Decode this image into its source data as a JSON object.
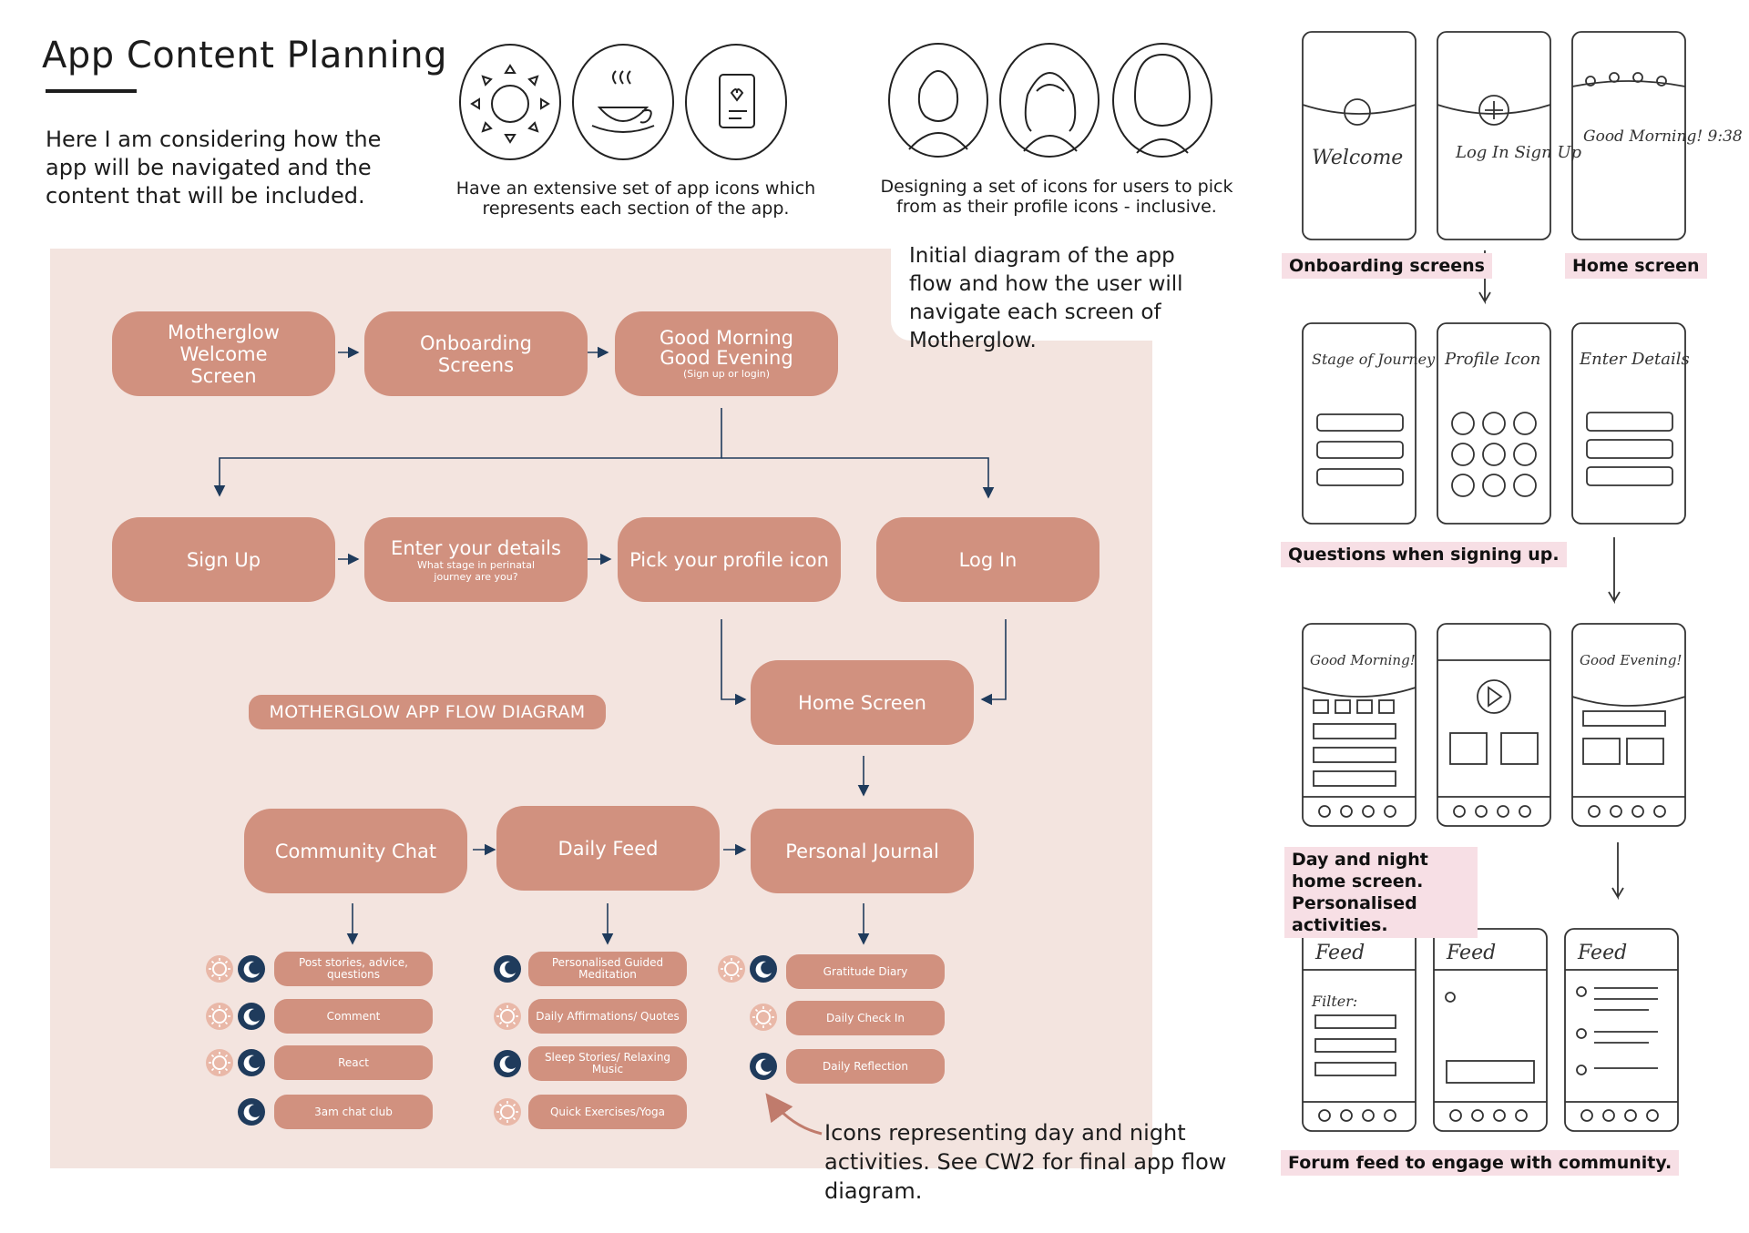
{
  "header": {
    "title": "App Content Planning",
    "intro": "Here I am considering how the app will be navigated and the content that will be included."
  },
  "icon_captions": {
    "app_icons": "Have an extensive set of app icons which represents each section of the app.",
    "profile_icons": "Designing a set of icons for users to pick from as their profile icons - inclusive."
  },
  "diagram": {
    "note": "Initial diagram of the app flow and how the user will navigate each screen of Motherglow.",
    "label": "MOTHERGLOW APP FLOW DIAGRAM",
    "nodes": {
      "welcome": "Motherglow Welcome Screen",
      "onboarding": "Onboarding Screens",
      "greeting": "Good Morning Good Evening",
      "greeting_sub": "(Sign up or login)",
      "signup": "Sign Up",
      "details": "Enter your details",
      "details_sub": "What stage in perinatal journey are you?",
      "profile": "Pick your profile icon",
      "login": "Log In",
      "home": "Home Screen",
      "community": "Community Chat",
      "feed": "Daily Feed",
      "journal": "Personal Journal"
    },
    "community_items": [
      "Post stories, advice, questions",
      "Comment",
      "React",
      "3am chat club"
    ],
    "feed_items": [
      "Personalised Guided Meditation",
      "Daily Affirmations/ Quotes",
      "Sleep Stories/ Relaxing Music",
      "Quick Exercises/Yoga"
    ],
    "journal_items": [
      "Gratitude Diary",
      "Daily Check In",
      "Daily Reflection"
    ],
    "footnote": "Icons representing day and night activities. See CW2 for final app flow diagram."
  },
  "sketches": {
    "labels": {
      "onboarding": "Onboarding screens",
      "home": "Home screen",
      "questions": "Questions when signing up.",
      "day_night": "Day and night home screen. Personalised activities.",
      "forum": "Forum feed to engage with community."
    },
    "row1": [
      "Welcome",
      "Log In Sign Up",
      "Good Morning! 9:38"
    ],
    "row2": [
      "Stage of Journey",
      "Profile Icon",
      "Enter Details"
    ],
    "row3": [
      "Good Morning!",
      "Good Evening!"
    ],
    "row4": [
      "Feed",
      "Filter:",
      "Feed",
      "Feed"
    ]
  },
  "colors": {
    "node": "#d1917f",
    "canvas": "#f3e4df",
    "navy": "#1f3b5c",
    "tag": "#f7dfe5"
  }
}
